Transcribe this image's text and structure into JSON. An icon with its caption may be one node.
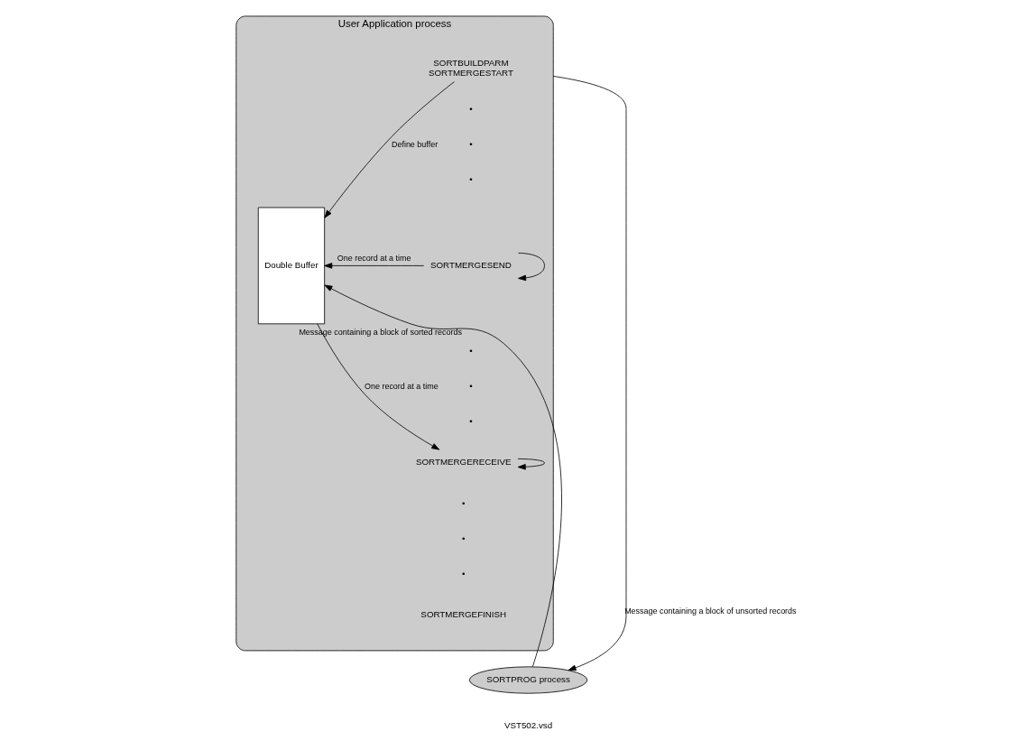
{
  "diagram": {
    "nodes": [
      {
        "text": [
          "User Application process"
        ]
      },
      {
        "text": [
          "SORTBUILDPARM",
          "SORTMERGESTART"
        ],
        "in": 0
      },
      {
        "text": [
          "SORTMERGESEND"
        ],
        "in": 0
      },
      {
        "text": [
          "SORTMERGERECEIVE"
        ],
        "in": 0
      },
      {
        "text": [
          "SORTMERGEFINISH"
        ],
        "in": 0
      },
      {
        "text": [
          "Double Buffer"
        ],
        "in": 0
      },
      {
        "text": [
          "SORTPROG process"
        ]
      }
    ],
    "edges": [
      {
        "from": 1,
        "to": 5,
        "arrow": "to",
        "label": "Define buffer"
      },
      {
        "from": 2,
        "to": 2,
        "arrow": "to"
      },
      {
        "from": 2,
        "to": 5,
        "arrow": "to",
        "label": "One record at a time"
      },
      {
        "from": 3,
        "to": 3,
        "arrow": "to"
      },
      {
        "from": 5,
        "to": 3,
        "arrow": "to",
        "label": "One record at a time"
      },
      {
        "from": 6,
        "to": 5,
        "arrow": "to",
        "label": "Message containing a block of sorted records"
      },
      {
        "from": 0,
        "to": 6,
        "arrow": "to",
        "label": "Message containing a block of unsorted records"
      }
    ],
    "labels": [
      "•",
      "•",
      "•",
      "•",
      "•",
      "•",
      "•",
      "•",
      "•",
      "VST502.vsd"
    ]
  }
}
